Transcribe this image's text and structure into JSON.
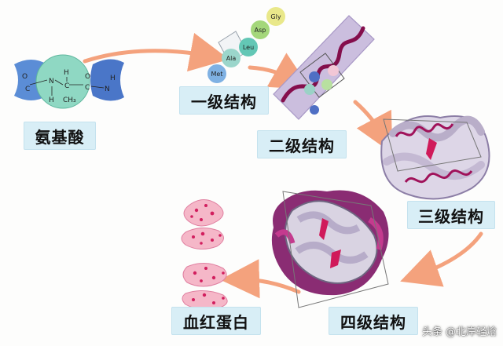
{
  "molecule": {
    "c_left": "C",
    "o_left": "O",
    "n_mid": "N",
    "h_left": "H",
    "c_mid": "C",
    "h_top": "H",
    "ch3": "CH₃",
    "c_right": "C",
    "o_right": "O",
    "n_right": "N",
    "h_right": "H"
  },
  "amino_acids": [
    "Gly",
    "Asp",
    "Leu",
    "Ala",
    "Met"
  ],
  "labels": {
    "amino": "氨基酸",
    "primary": "一级结构",
    "secondary": "二级结构",
    "tertiary": "三级结构",
    "quaternary": "四级结构",
    "hemoglobin": "血红蛋白"
  },
  "watermark": "头条 @北岸轻焓"
}
